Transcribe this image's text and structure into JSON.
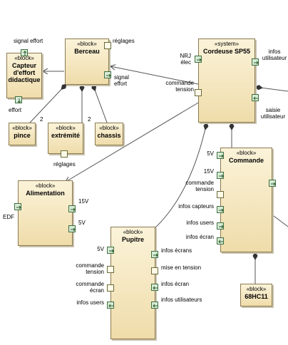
{
  "blocks": {
    "capteur": {
      "stereotype": "«block»",
      "name": "Capteur d'effort didactique"
    },
    "berceau": {
      "stereotype": "«block»",
      "name": "Berceau"
    },
    "cordeuse": {
      "stereotype": "«system»",
      "name": "Cordeuse SP55"
    },
    "pince": {
      "stereotype": "«block»",
      "name": "pince"
    },
    "extremite": {
      "stereotype": "«block»",
      "name": "extrémité"
    },
    "chassis": {
      "stereotype": "«block»",
      "name": "chassis"
    },
    "commande": {
      "stereotype": "«block»",
      "name": "Commande"
    },
    "alimentation": {
      "stereotype": "«block»",
      "name": "Alimentation"
    },
    "pupitre": {
      "stereotype": "«block»",
      "name": "Pupitre"
    },
    "mcu": {
      "stereotype": "«block»",
      "name": "68HC11"
    }
  },
  "labels": {
    "signal_effort_top": "signal effort",
    "effort": "effort",
    "reglages_berceau": "réglages",
    "signal_effort_berceau": "signal effort",
    "mult_pince": "2",
    "mult_extremite": "2",
    "reglages_extremite": "réglages",
    "nrj_elec": "NRJ élec",
    "commande_tension_cordeuse": "commande tension",
    "infos_utilisateur": "infos utilisateur",
    "saisie_utilisateur": "saisie utilisateur",
    "cmd_5v": "5V",
    "cmd_15v": "15V",
    "cmd_commande_tension": "commande tension",
    "cmd_infos_capteurs": "infos capteurs",
    "cmd_infos_users": "infos users",
    "cmd_infos_ecran": "infos écran",
    "alim_edf": "EDF",
    "alim_15v": "15V",
    "alim_5v": "5V",
    "pup_5v": "5V",
    "pup_commande_tension": "commande tension",
    "pup_commande_ecran": "commande écran",
    "pup_infos_users": "infos users",
    "pup_infos_ecrans": "infos écrans",
    "pup_mise_en_tension": "mise en tension",
    "pup_infos_ecran": "infos écran",
    "pup_infos_utilisateurs": "infos utilisateurs"
  },
  "colors": {
    "block_fill_top": "#fbf3d9",
    "block_fill_bottom": "#efdcaa",
    "port_fill": "#d7ebd7",
    "line": "#555555"
  }
}
